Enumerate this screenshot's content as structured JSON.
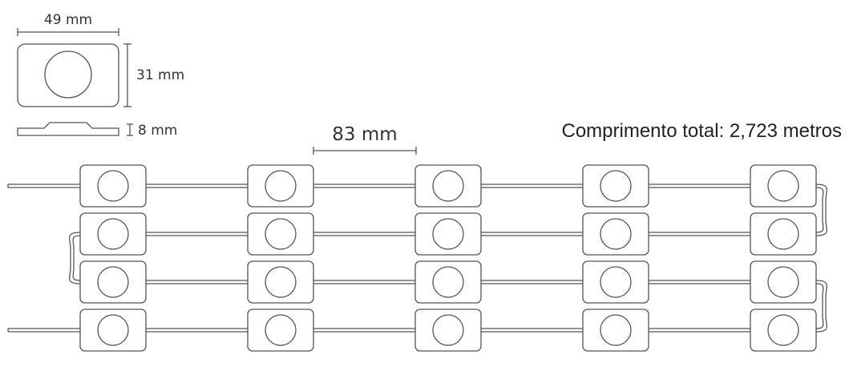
{
  "dimensions": {
    "width_label": "49 mm",
    "height_label": "31 mm",
    "thickness_label": "8 mm",
    "spacing_label": "83 mm"
  },
  "total_length_label": "Comprimento total: 2,723 metros",
  "module_array": {
    "rows": 4,
    "modules_per_row": 5
  },
  "colors": {
    "stroke": "#555555",
    "text": "#222222",
    "background": "#ffffff"
  }
}
